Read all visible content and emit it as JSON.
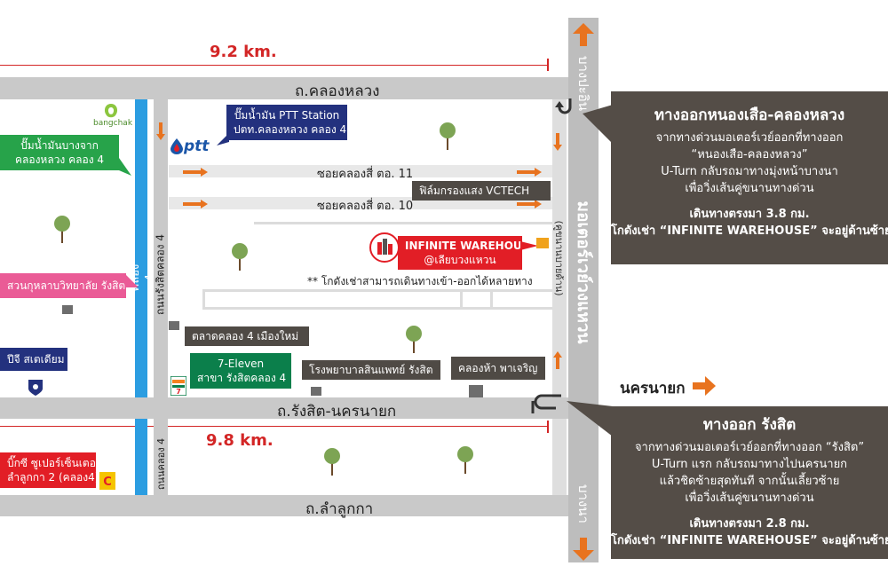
{
  "distances": {
    "top": "9.2 km.",
    "bottom": "9.8 km."
  },
  "roads": {
    "khlong_luang": "ถ.คลองหลวง",
    "rangsit_nakhonnayok": "ถ.รังสิต-นครนายก",
    "lam_luk_ka": "ถ.ลำลูกกา",
    "soi_11": "ซอยคลองสี่ ตอ. 11",
    "soi_10": "ซอยคลองสี่ ตอ. 10",
    "khlong_4_canal": "คลอง 4",
    "rangsit_khlong4_road": "ถนนรังสิตคลอง 4",
    "khlong4_road_lower": "ถนนคลอง 4",
    "motorway_main": "มอเตอร์เวย์วงแหวน",
    "frontage_road": "(คูขนานบายด้าน)",
    "bang_pa_in": "บางปะอิน",
    "bang_na": "บางนา",
    "nakhon_nayok": "นครนายก"
  },
  "places": {
    "bangchak_logo": "bangchak",
    "bangchak_line1": "ปั๊มน้ำมันบางจาก",
    "bangchak_line2": "คลองหลวง คลอง 4",
    "ptt_line1": "ปั๊มน้ำมัน PTT Station",
    "ptt_line2": "ปตท.คลองหลวง คลอง 4",
    "ptt_logo": "ptt",
    "vctech": "ฟิล์มกรองแสง VCTECH",
    "warehouse_line1": "INFINITE WAREHOUSE",
    "warehouse_line2": "@เลียบวงแหวน",
    "access_note": "** โกดังเช่าสามารถเดินทางเข้า-ออกได้หลายทาง",
    "garden": "สวนกุหลาบวิทยาลัย รังสิต",
    "stadium": "ปีจี สเตเดียม",
    "market": "ตลาดคลอง 4 เมืองใหม่",
    "seven_line1": "7-Eleven",
    "seven_line2": "สาขา รังสิตคลอง 4",
    "hospital": "โรงพยาบาลสินแพทย์ รังสิต",
    "khlong_ha": "คลองห้า พาเจริญ",
    "bigc_line1": "บิ๊กซี ซูเปอร์เซ็นเตอร์",
    "bigc_line2": "ลำลูกกา 2 (คลอง4)"
  },
  "panels": {
    "top": {
      "title": "ทางออกหนองเสือ-คลองหลวง",
      "line1": "จากทางด่วนมอเตอร์เวย์ออกที่ทางออก",
      "line2": "“หนองเสือ-คลองหลวง”",
      "line3": "U-Turn กลับรถมาทางมุ่งหน้าบางนา",
      "line4": "เพื่อวิ่งเส้นคู่ขนานทางด่วน",
      "bold1": "เดินทางตรงมา 3.8 กม.",
      "bold2": "โกดังเช่า “INFINITE WAREHOUSE” จะอยู่ด้านซ้าย"
    },
    "bottom": {
      "title": "ทางออก รังสิต",
      "line1": "จากทางด่วนมอเตอร์เวย์ออกที่ทางออก “รังสิต”",
      "line2": "U-Turn แรก กลับรถมาทางไปนครนายก",
      "line3": "แล้วชิดซ้ายสุดทันที จากนั้นเลี้ยวซ้าย",
      "line4": "เพื่อวิ่งเส้นคู่ขนานทางด่วน",
      "bold1": "เดินทางตรงมา 2.8 กม.",
      "bold2": "โกดังเช่า “INFINITE WAREHOUSE” จะอยู่ด้านซ้าย"
    }
  },
  "colors": {
    "arrow": "#e8731f",
    "canal": "#2b9de1",
    "panel": "#544d47",
    "distance": "#d32626"
  }
}
